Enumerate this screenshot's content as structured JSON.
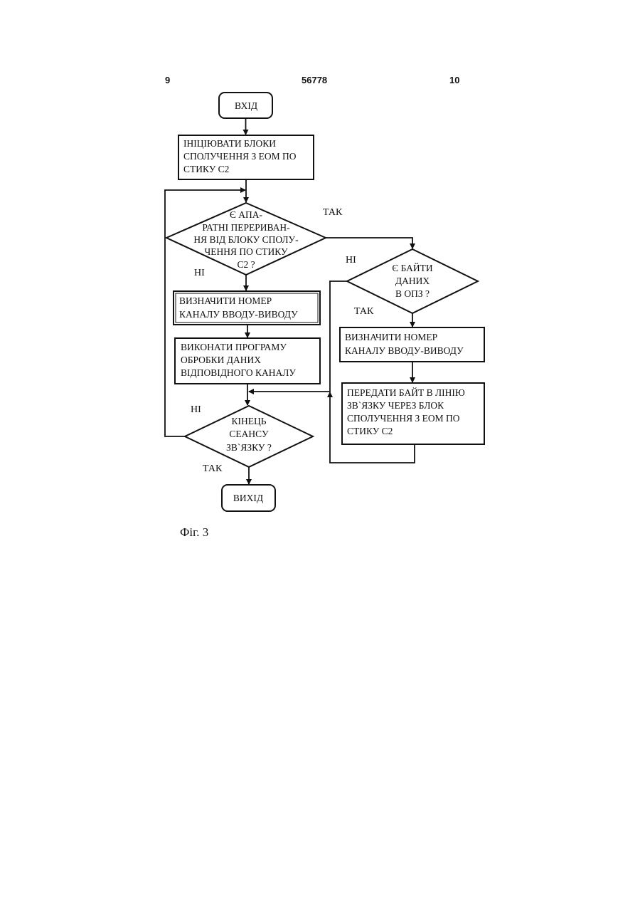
{
  "header": {
    "left_page": "9",
    "patent_number": "56778",
    "right_page": "10"
  },
  "diagram": {
    "start": "ВХІД",
    "init": [
      "ІНІЦІЮВАТИ БЛОКИ",
      "СПОЛУЧЕННЯ З ЕОМ ПО",
      "СТИКУ С2"
    ],
    "decision_interrupt": [
      "Є АПА-",
      "РАТНІ ПЕРЕРИВАН-",
      "НЯ  ВІД  БЛОКУ СПОЛУ-",
      "ЧЕННЯ ПО СТИКУ",
      "С2 ?"
    ],
    "label_yes_interrupt": "ТАК",
    "label_no_interrupt": "НІ",
    "define_channel_left": [
      "ВИЗНАЧИТИ НОМЕР",
      "КАНАЛУ ВВОДУ-ВИВОДУ"
    ],
    "run_program": [
      "ВИКОНАТИ ПРОГРАМУ",
      "ОБРОБКИ ДАНИХ",
      "ВІДПОВІДНОГО КАНАЛУ"
    ],
    "decision_end": [
      "КІНЕЦЬ",
      "СЕАНСУ",
      "ЗВ`ЯЗКУ ?"
    ],
    "label_no_end": "НІ",
    "label_yes_end": "ТАК",
    "exit": "ВИХІД",
    "decision_bytes": [
      "Є  БАЙТИ",
      "ДАНИХ",
      "В ОПЗ ?"
    ],
    "label_no_bytes": "НІ",
    "label_yes_bytes": "ТАК",
    "define_channel_right": [
      "ВИЗНАЧИТИ НОМЕР",
      "КАНАЛУ ВВОДУ-ВИВОДУ"
    ],
    "transmit": [
      "ПЕРЕДАТИ БАЙТ В ЛІНІЮ",
      "ЗВ`ЯЗКУ ЧЕРЕЗ БЛОК",
      "СПОЛУЧЕННЯ З ЕОМ ПО",
      "СТИКУ С2"
    ]
  },
  "caption": "Фіг. 3"
}
